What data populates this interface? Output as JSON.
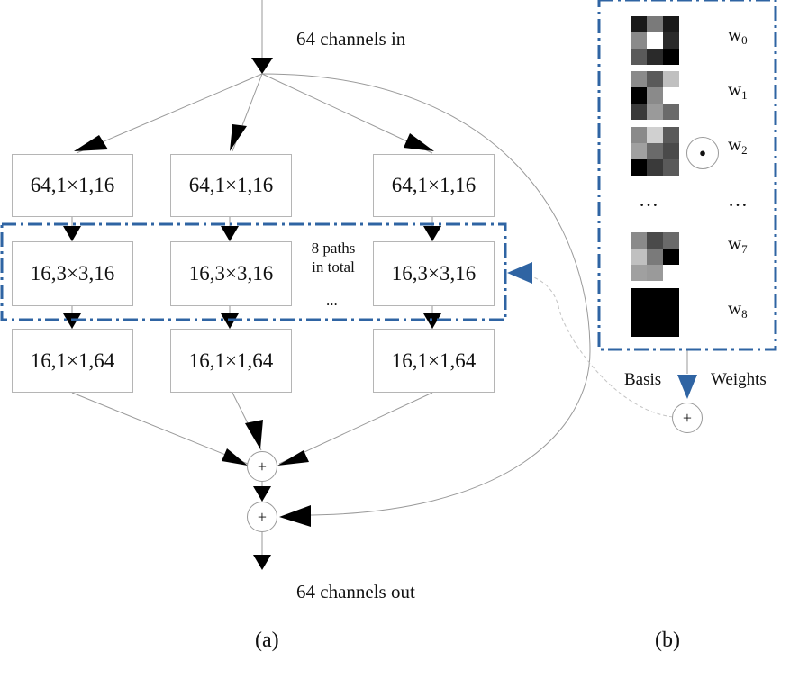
{
  "diagram": {
    "input_label": "64 channels in",
    "output_label": "64 channels out",
    "row1_label": "64,1×1,16",
    "row2_label": "16,3×3,16",
    "row3_label": "16,1×1,64",
    "paths_note_line1": "8 paths",
    "paths_note_line2": "in total",
    "ellipsis": "...",
    "plus_symbol": "+",
    "caption_a": "(a)",
    "caption_b": "(b)",
    "basis_label": "Basis",
    "weights_label": "Weights",
    "weights_ellipsis": "…",
    "dot_symbol": "●",
    "weight_names": [
      {
        "base": "w",
        "sub": "0"
      },
      {
        "base": "w",
        "sub": "1"
      },
      {
        "base": "w",
        "sub": "2"
      },
      {
        "base": "w",
        "sub": "7"
      },
      {
        "base": "w",
        "sub": "8"
      }
    ],
    "basis_kernels": [
      [
        "#1a1a1a",
        "#7a7a7a",
        "#1a1a1a",
        "#8a8a8a",
        "#ffffff",
        "#2a2a2a",
        "#5a5a5a",
        "#2a2a2a",
        "#000000"
      ],
      [
        "#8a8a8a",
        "#5a5a5a",
        "#c0c0c0",
        "#000000",
        "#8a8a8a",
        "#ffffff",
        "#3a3a3a",
        "#9a9a9a",
        "#6a6a6a"
      ],
      [
        "#8a8a8a",
        "#d0d0d0",
        "#5a5a5a",
        "#a0a0a0",
        "#6a6a6a",
        "#4a4a4a",
        "#000000",
        "#3a3a3a",
        "#5a5a5a"
      ],
      [
        "#8a8a8a",
        "#4a4a4a",
        "#6a6a6a",
        "#c0c0c0",
        "#7a7a7a",
        "#000000",
        "#a0a0a0",
        "#9a9a9a",
        "#ffffff"
      ],
      [
        "#000000",
        "#000000",
        "#000000",
        "#000000",
        "#000000",
        "#000000",
        "#000000",
        "#000000",
        "#000000"
      ]
    ],
    "colors": {
      "accent": "#2f64a3",
      "box_border": "#b5b5b5",
      "line": "#999999"
    }
  }
}
